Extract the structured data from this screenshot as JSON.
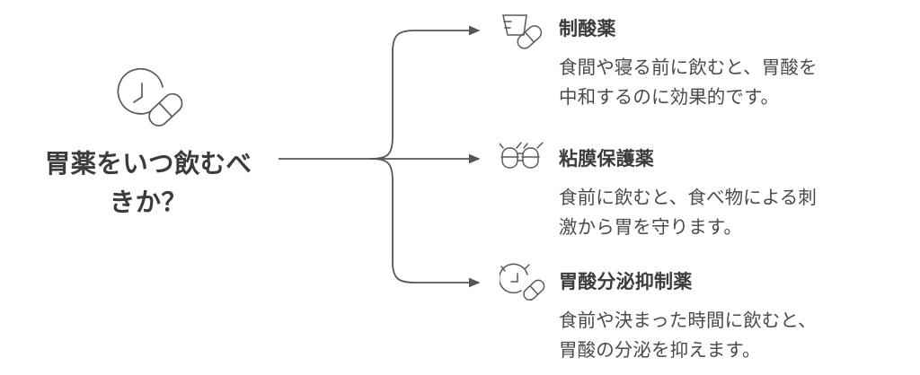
{
  "theme": {
    "background": "#ffffff",
    "title_color": "#3c3c3c",
    "heading_color": "#3c3c3c",
    "body_color": "#4a4a4a",
    "line_color": "#555555",
    "icon_stroke": "#5a5a5a"
  },
  "root": {
    "title": "胃薬をいつ飲むべ\nきか？",
    "icon": "clock-and-capsule-icon"
  },
  "branches": [
    {
      "id": "antacid",
      "icon": "measuring-cup-and-capsule-icon",
      "heading": "制酸薬",
      "body": "食間や寝る前に飲むと、胃酸を\n中和するのに効果的です。"
    },
    {
      "id": "mucosal-protective",
      "icon": "two-tablets-icon",
      "heading": "粘膜保護薬",
      "body": "食前に飲むと、食べ物による刺\n激から胃を守ります。"
    },
    {
      "id": "acid-secretion-inhibitor",
      "icon": "clock-and-capsule-icon",
      "heading": "胃酸分泌抑制薬",
      "body": "食前や決まった時間に飲むと、\n胃酸の分泌を抑えます。"
    }
  ]
}
